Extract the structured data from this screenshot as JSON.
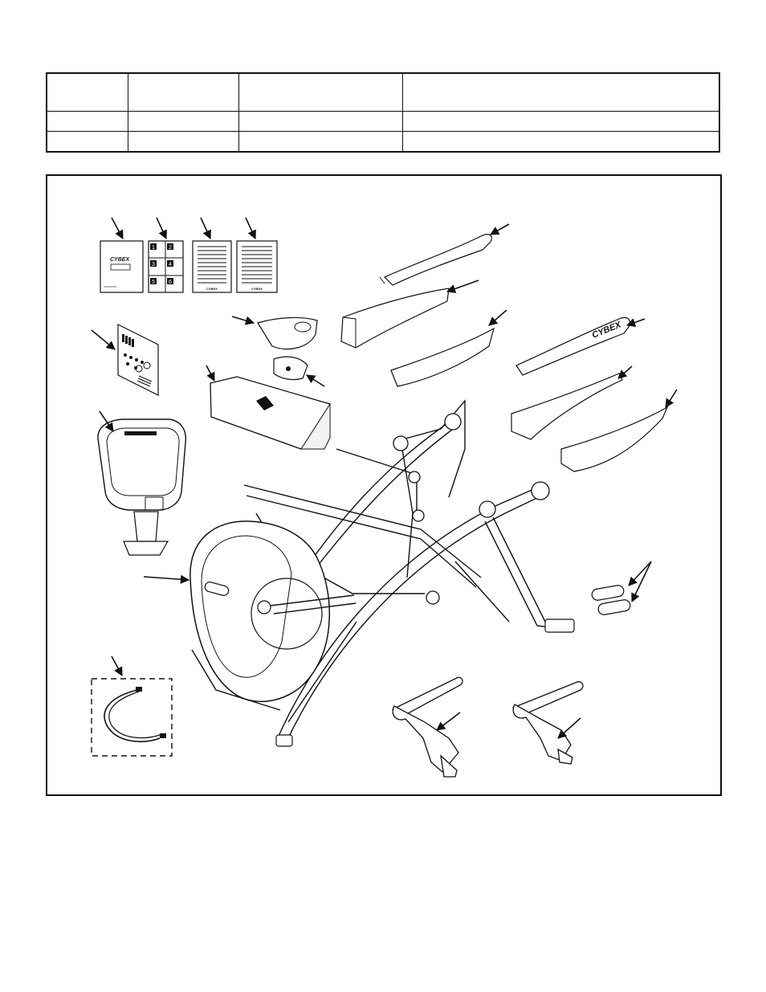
{
  "parts_table": {
    "rows": [
      [
        "",
        "",
        "",
        ""
      ],
      [
        "",
        "",
        "",
        ""
      ],
      [
        "",
        "",
        "",
        ""
      ]
    ]
  },
  "figure": {
    "doc_logo_text": "CYBEX",
    "shroud_logo_text": "CYBEX",
    "doc_footer_text": "CYBEX",
    "sheet_numbers": [
      "1",
      "2",
      "3",
      "4",
      "5",
      "6"
    ]
  }
}
